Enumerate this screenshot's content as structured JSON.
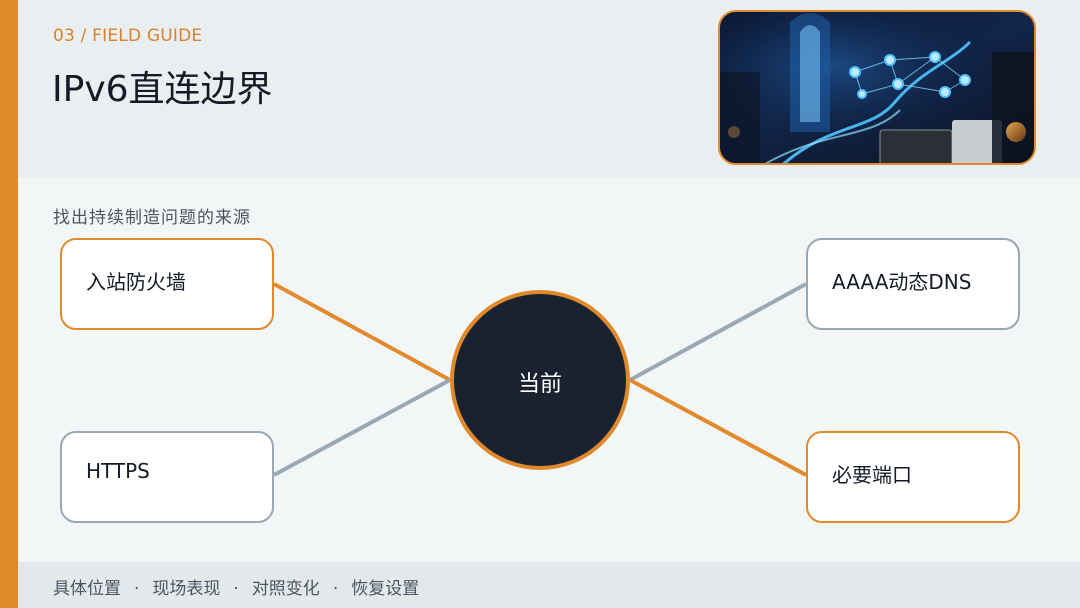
{
  "header": {
    "kicker": "03 / FIELD GUIDE",
    "title": "IPv6直连边界",
    "hero_image": "network-illustration"
  },
  "subtitle": "找出持续制造问题的来源",
  "diagram": {
    "center": "当前",
    "nodes": {
      "top_left": "入站防火墙",
      "bottom_left": "HTTPS",
      "top_right": "AAAA动态DNS",
      "bottom_right": "必要端口"
    }
  },
  "footer": {
    "items": [
      "具体位置",
      "现场表现",
      "对照变化",
      "恢复设置"
    ],
    "separator": "·"
  },
  "colors": {
    "accent": "#e08a2c",
    "neutral": "#9aa8b4",
    "center_fill": "#1a2232"
  }
}
